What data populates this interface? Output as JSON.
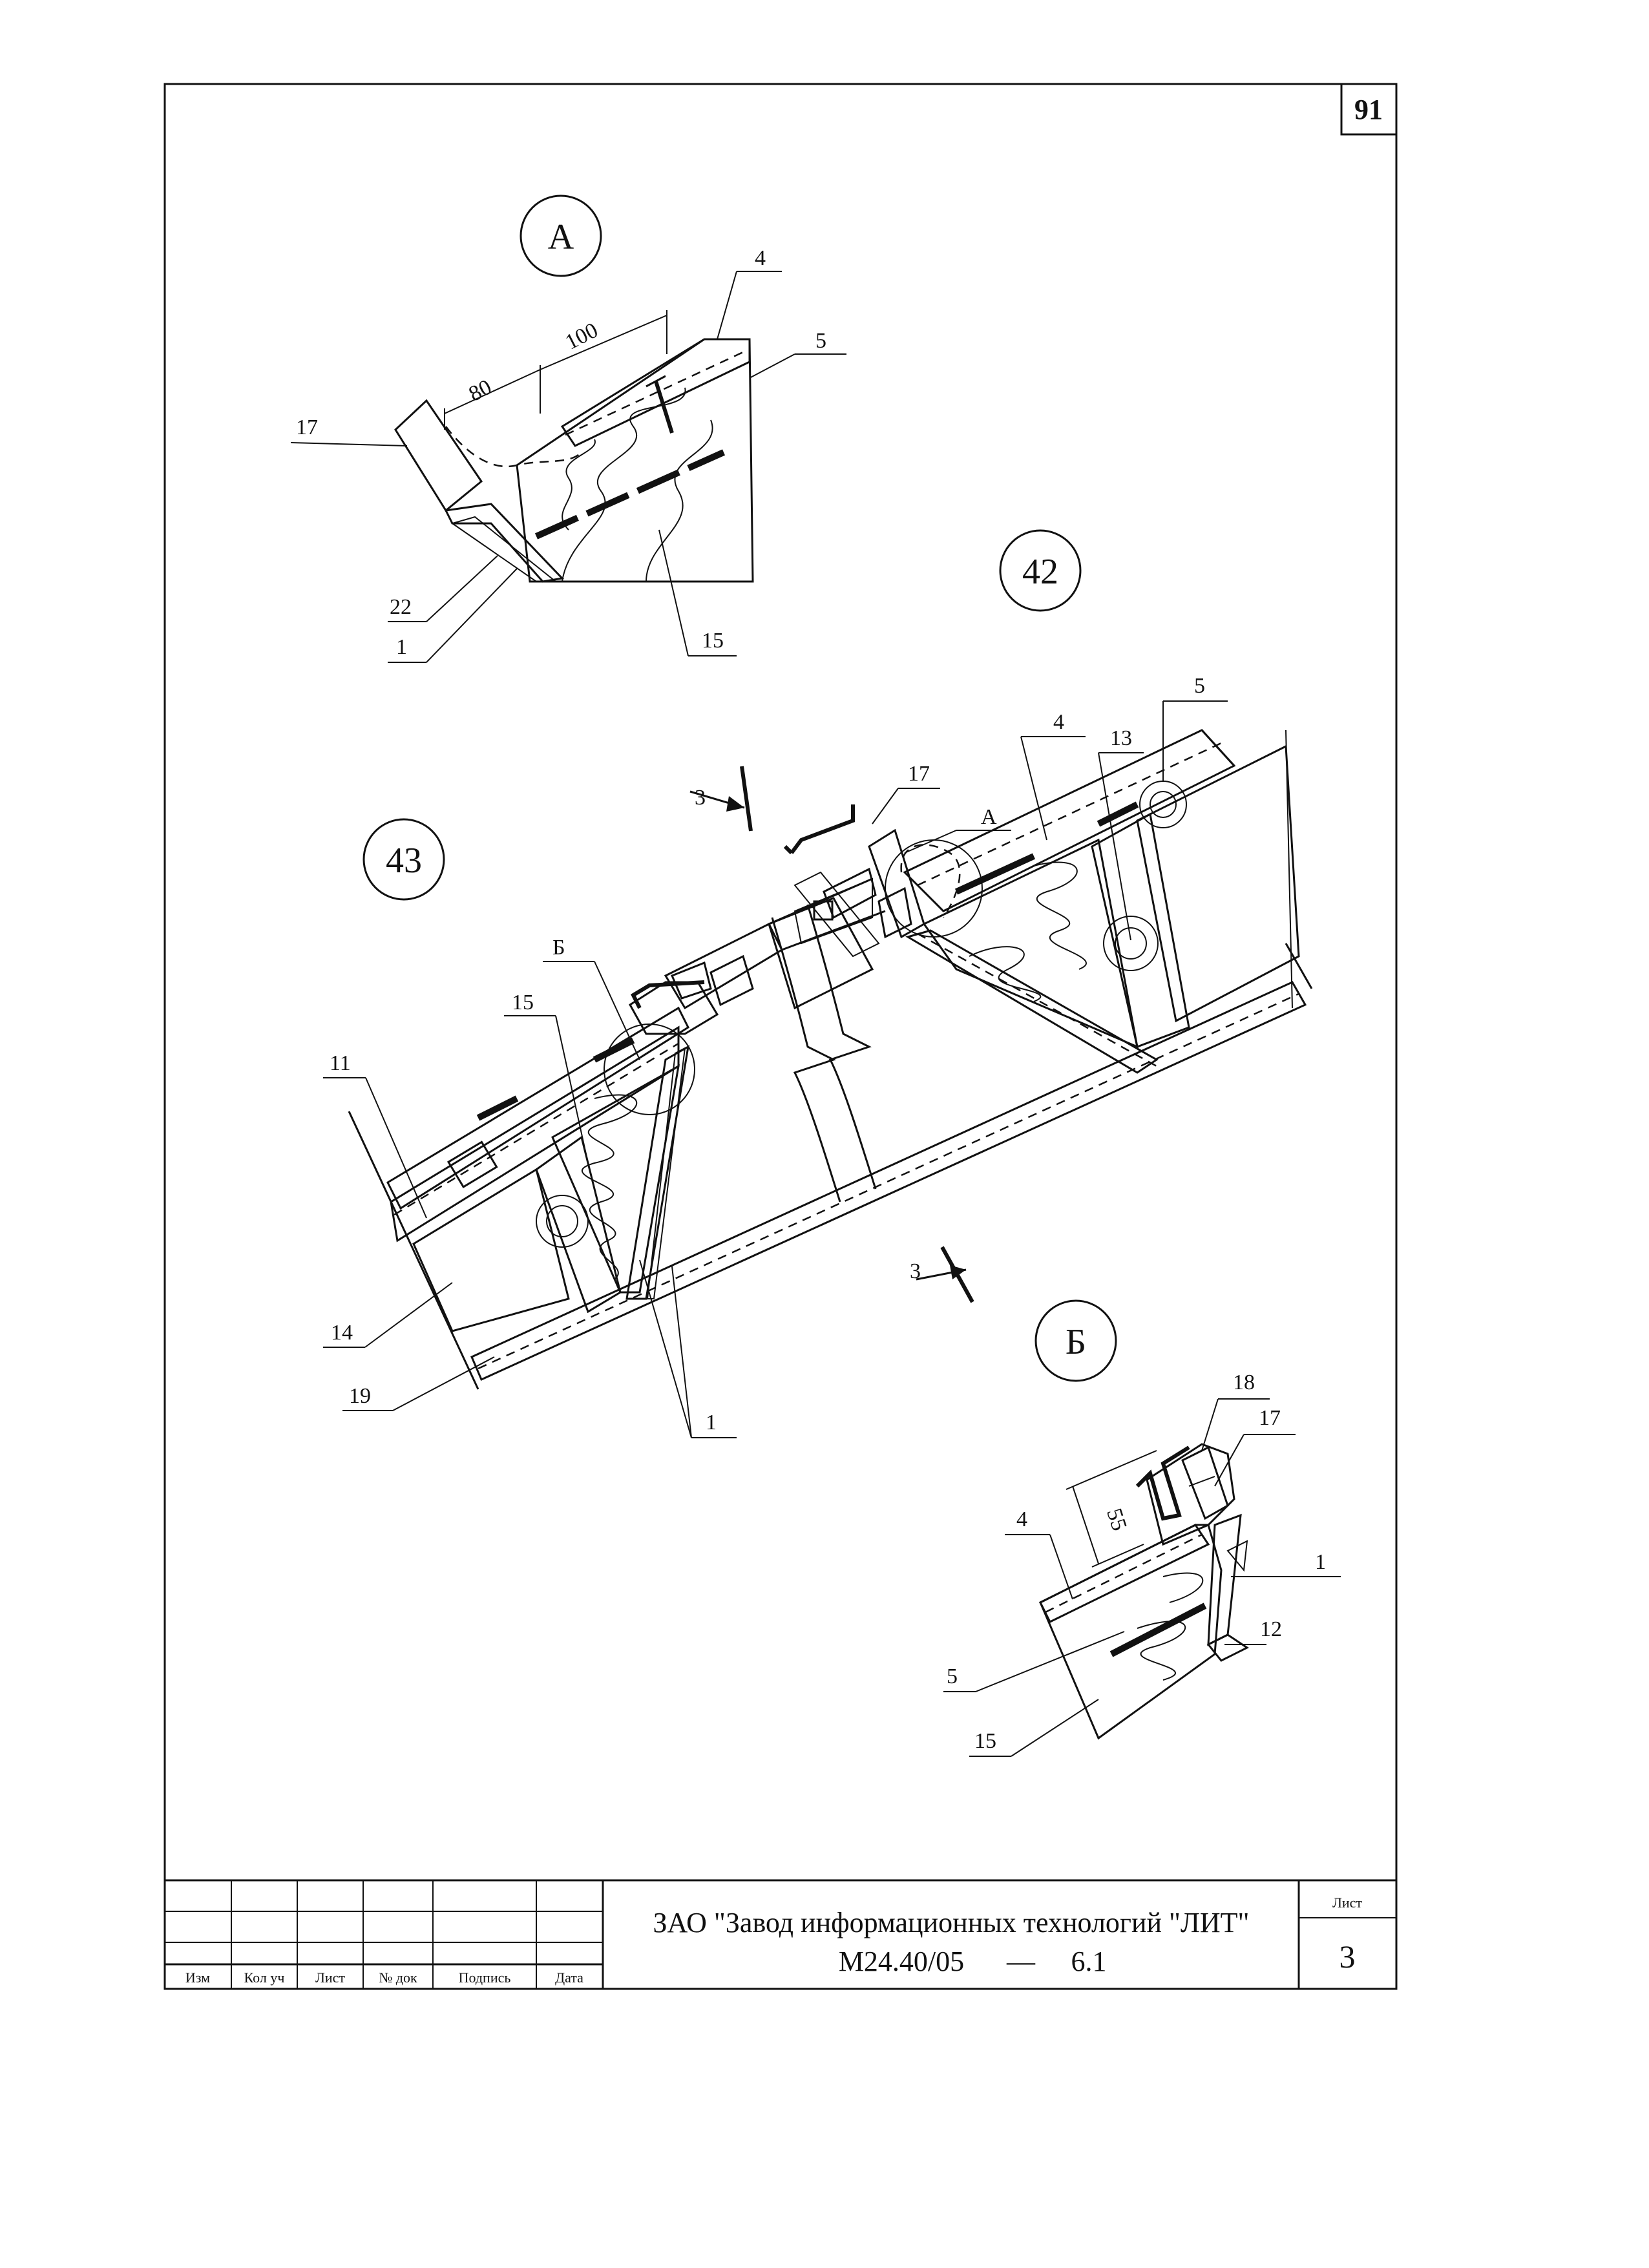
{
  "page": {
    "page_number": "91"
  },
  "callouts": {
    "detail_a": "А",
    "detail_b": "Б",
    "node_42": "42",
    "node_43": "43"
  },
  "dimensions": {
    "a_80": "80",
    "a_100": "100",
    "b_55": "55"
  },
  "section": {
    "marker_label": "3"
  },
  "labels": {
    "a_17": "17",
    "a_4": "4",
    "a_5": "5",
    "a_22": "22",
    "a_1": "1",
    "a_15": "15",
    "m_17": "17",
    "m_A": "А",
    "m_4": "4",
    "m_13": "13",
    "m_5": "5",
    "m_B": "Б",
    "m_15": "15",
    "m_11": "11",
    "m_14": "14",
    "m_19": "19",
    "m_1": "1",
    "b_18": "18",
    "b_17": "17",
    "b_4": "4",
    "b_1": "1",
    "b_12": "12",
    "b_5": "5",
    "b_15": "15"
  },
  "title_block": {
    "headers": [
      "Изм",
      "Кол уч",
      "Лист",
      "№ док",
      "Подпись",
      "Дата"
    ],
    "org": "ЗАО \"Завод информационных технологий \"ЛИТ\"",
    "code": "М24.40/05",
    "dash": "—",
    "sheet_code": "6.1",
    "sheet_label": "Лист",
    "sheet_number": "3"
  },
  "colors": {
    "ink": "#111111",
    "paper": "#ffffff"
  }
}
